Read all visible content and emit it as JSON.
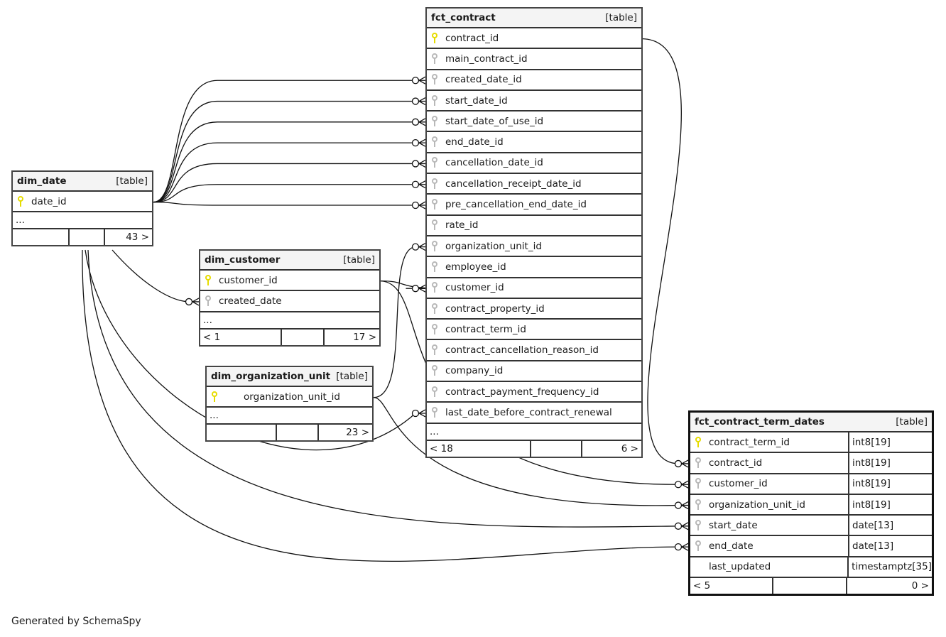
{
  "diagram": {
    "footer": "Generated by SchemaSpy",
    "colors": {
      "primary_key": "#e6dc00",
      "foreign_key": "#b8b8b8",
      "line": "#111111"
    },
    "tables": {
      "dim_date": {
        "name": "dim_date",
        "kind": "[table]",
        "columns": [
          {
            "name": "date_id",
            "key": "primary"
          }
        ],
        "ellipsis": "...",
        "footer": {
          "left": "",
          "mid": "",
          "right": "43 >"
        }
      },
      "dim_customer": {
        "name": "dim_customer",
        "kind": "[table]",
        "columns": [
          {
            "name": "customer_id",
            "key": "primary"
          },
          {
            "name": "created_date",
            "key": "foreign"
          }
        ],
        "ellipsis": "...",
        "footer": {
          "left": "< 1",
          "mid": "",
          "right": "17 >"
        }
      },
      "dim_organization_unit": {
        "name": "dim_organization_unit",
        "kind": "[table]",
        "columns": [
          {
            "name": "organization_unit_id",
            "key": "primary"
          }
        ],
        "ellipsis": "...",
        "footer": {
          "left": "",
          "mid": "",
          "right": "23 >"
        }
      },
      "fct_contract": {
        "name": "fct_contract",
        "kind": "[table]",
        "columns": [
          {
            "name": "contract_id",
            "key": "primary"
          },
          {
            "name": "main_contract_id",
            "key": "foreign"
          },
          {
            "name": "created_date_id",
            "key": "foreign"
          },
          {
            "name": "start_date_id",
            "key": "foreign"
          },
          {
            "name": "start_date_of_use_id",
            "key": "foreign"
          },
          {
            "name": "end_date_id",
            "key": "foreign"
          },
          {
            "name": "cancellation_date_id",
            "key": "foreign"
          },
          {
            "name": "cancellation_receipt_date_id",
            "key": "foreign"
          },
          {
            "name": "pre_cancellation_end_date_id",
            "key": "foreign"
          },
          {
            "name": "rate_id",
            "key": "foreign"
          },
          {
            "name": "organization_unit_id",
            "key": "foreign"
          },
          {
            "name": "employee_id",
            "key": "foreign"
          },
          {
            "name": "customer_id",
            "key": "foreign"
          },
          {
            "name": "contract_property_id",
            "key": "foreign"
          },
          {
            "name": "contract_term_id",
            "key": "foreign"
          },
          {
            "name": "contract_cancellation_reason_id",
            "key": "foreign"
          },
          {
            "name": "company_id",
            "key": "foreign"
          },
          {
            "name": "contract_payment_frequency_id",
            "key": "foreign"
          },
          {
            "name": "last_date_before_contract_renewal",
            "key": "foreign"
          }
        ],
        "ellipsis": "...",
        "footer": {
          "left": "< 18",
          "mid": "",
          "right": "6 >"
        }
      },
      "fct_contract_term_dates": {
        "name": "fct_contract_term_dates",
        "kind": "[table]",
        "columns": [
          {
            "name": "contract_term_id",
            "key": "primary",
            "type": "int8[19]"
          },
          {
            "name": "contract_id",
            "key": "foreign",
            "type": "int8[19]"
          },
          {
            "name": "customer_id",
            "key": "foreign",
            "type": "int8[19]"
          },
          {
            "name": "organization_unit_id",
            "key": "foreign",
            "type": "int8[19]"
          },
          {
            "name": "start_date",
            "key": "foreign",
            "type": "date[13]"
          },
          {
            "name": "end_date",
            "key": "foreign",
            "type": "date[13]"
          },
          {
            "name": "last_updated",
            "key": "none",
            "type": "timestamptz[35]"
          }
        ],
        "footer": {
          "left": "< 5",
          "mid": "",
          "right": "0 >"
        }
      }
    },
    "relationships": [
      {
        "from": "dim_date.date_id",
        "to": "fct_contract.created_date_id"
      },
      {
        "from": "dim_date.date_id",
        "to": "fct_contract.start_date_id"
      },
      {
        "from": "dim_date.date_id",
        "to": "fct_contract.start_date_of_use_id"
      },
      {
        "from": "dim_date.date_id",
        "to": "fct_contract.end_date_id"
      },
      {
        "from": "dim_date.date_id",
        "to": "fct_contract.cancellation_date_id"
      },
      {
        "from": "dim_date.date_id",
        "to": "fct_contract.cancellation_receipt_date_id"
      },
      {
        "from": "dim_date.date_id",
        "to": "fct_contract.pre_cancellation_end_date_id"
      },
      {
        "from": "dim_date.date_id",
        "to": "fct_contract.last_date_before_contract_renewal"
      },
      {
        "from": "dim_date.date_id",
        "to": "dim_customer.created_date"
      },
      {
        "from": "dim_date.date_id",
        "to": "fct_contract_term_dates.start_date"
      },
      {
        "from": "dim_date.date_id",
        "to": "fct_contract_term_dates.end_date"
      },
      {
        "from": "dim_organization_unit.organization_unit_id",
        "to": "fct_contract.organization_unit_id"
      },
      {
        "from": "dim_organization_unit.organization_unit_id",
        "to": "fct_contract_term_dates.organization_unit_id"
      },
      {
        "from": "dim_customer.customer_id",
        "to": "fct_contract.customer_id"
      },
      {
        "from": "dim_customer.customer_id",
        "to": "fct_contract_term_dates.customer_id"
      },
      {
        "from": "fct_contract.contract_id",
        "to": "fct_contract_term_dates.contract_id"
      }
    ]
  }
}
